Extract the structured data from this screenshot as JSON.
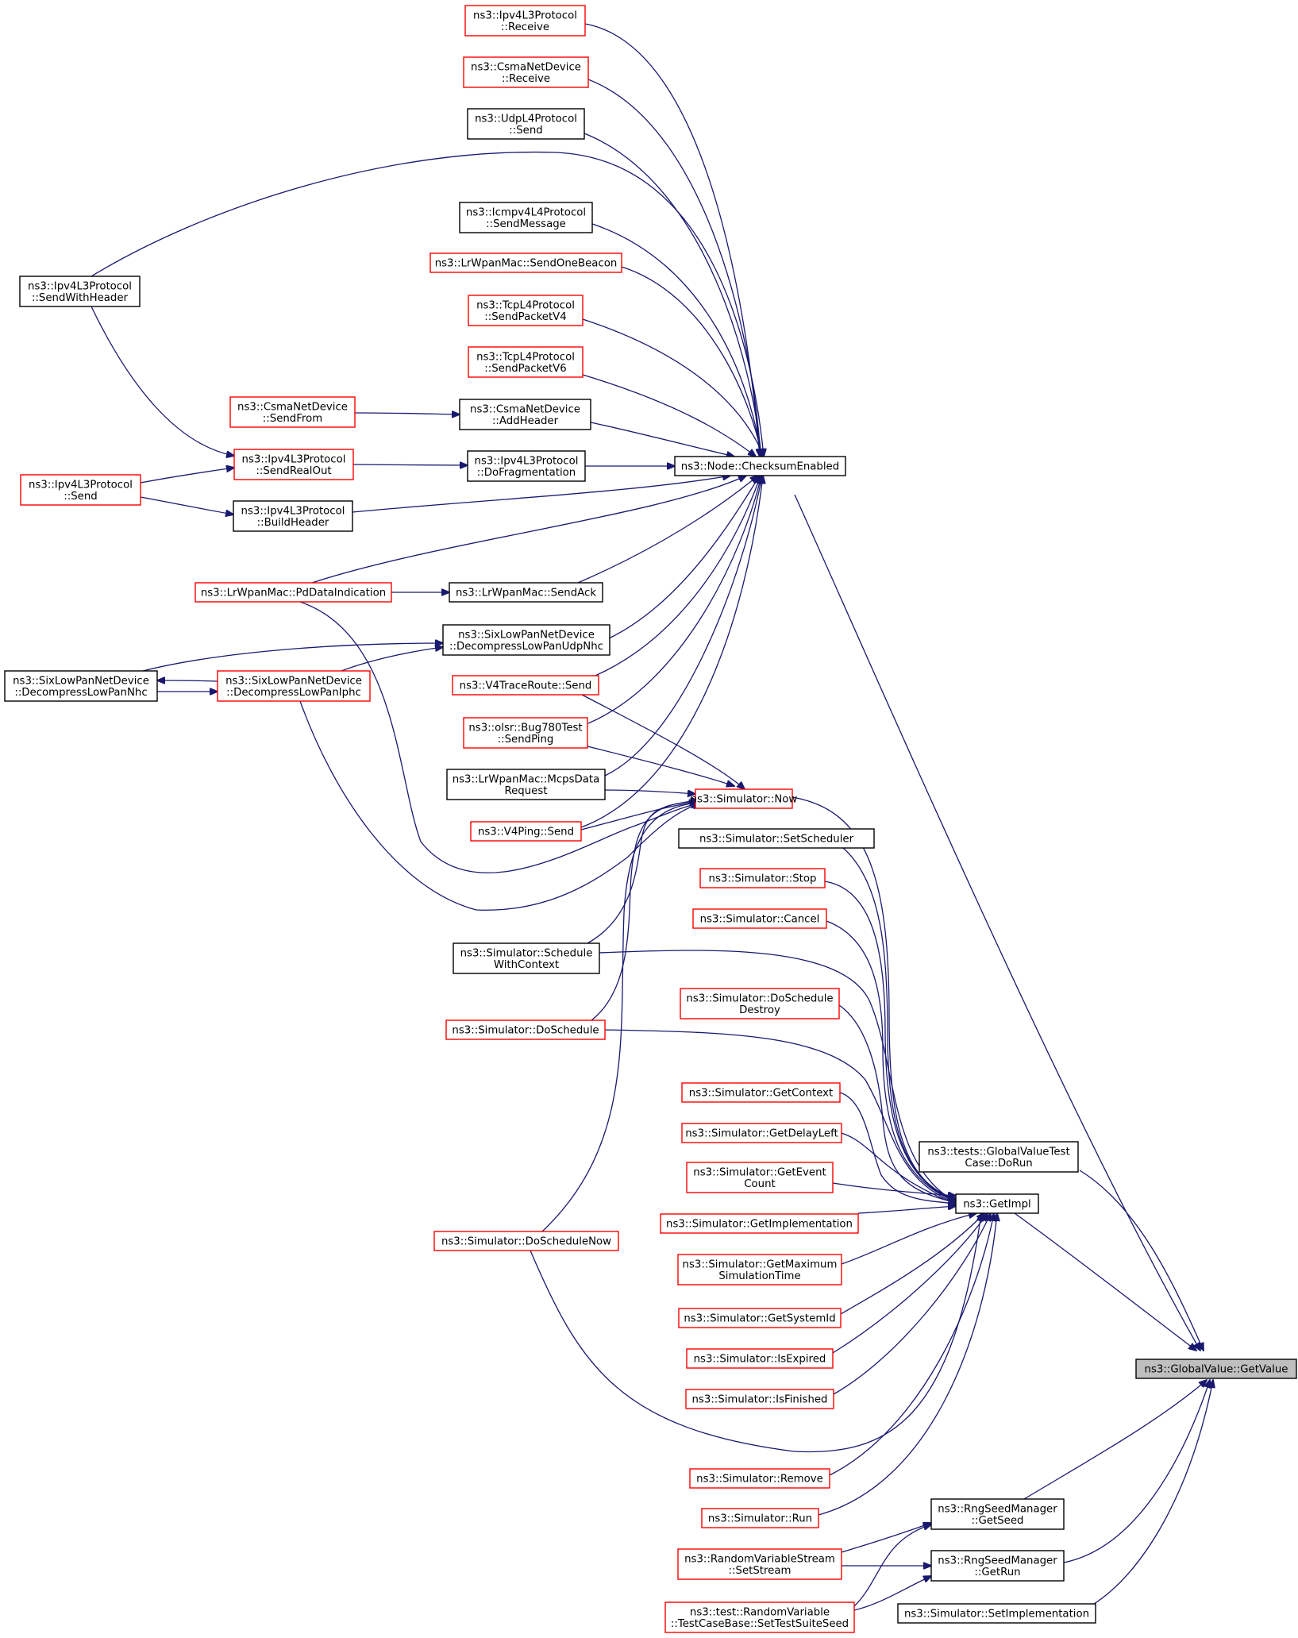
{
  "diagram": {
    "type": "doxygen-caller-graph",
    "colors": {
      "edge": "#191970",
      "node_border_normal": "#000000",
      "node_border_truncated": "#ff0000",
      "root_fill": "#bfbfbf"
    },
    "nodes": [
      {
        "id": "root",
        "lines": [
          "ns3::GlobalValue::GetValue"
        ],
        "style": "root"
      },
      {
        "id": "cse",
        "lines": [
          "ns3::Node::ChecksumEnabled"
        ],
        "style": "black"
      },
      {
        "id": "getimpl",
        "lines": [
          "ns3::GetImpl"
        ],
        "style": "black"
      },
      {
        "id": "gvtest",
        "lines": [
          "ns3::tests::GlobalValueTest",
          "Case::DoRun"
        ],
        "style": "black"
      },
      {
        "id": "rngseed",
        "lines": [
          "ns3::RngSeedManager",
          "::GetSeed"
        ],
        "style": "black"
      },
      {
        "id": "rngrun",
        "lines": [
          "ns3::RngSeedManager",
          "::GetRun"
        ],
        "style": "black"
      },
      {
        "id": "setimpl",
        "lines": [
          "ns3::Simulator::SetImplementation"
        ],
        "style": "black"
      },
      {
        "id": "now",
        "lines": [
          "ns3::Simulator::Now"
        ],
        "style": "red"
      },
      {
        "id": "setsched",
        "lines": [
          "ns3::Simulator::SetScheduler"
        ],
        "style": "black"
      },
      {
        "id": "stop",
        "lines": [
          "ns3::Simulator::Stop"
        ],
        "style": "red"
      },
      {
        "id": "cancel",
        "lines": [
          "ns3::Simulator::Cancel"
        ],
        "style": "red"
      },
      {
        "id": "dsd",
        "lines": [
          "ns3::Simulator::DoSchedule",
          "Destroy"
        ],
        "style": "red"
      },
      {
        "id": "getctx",
        "lines": [
          "ns3::Simulator::GetContext"
        ],
        "style": "red"
      },
      {
        "id": "getdelay",
        "lines": [
          "ns3::Simulator::GetDelayLeft"
        ],
        "style": "red"
      },
      {
        "id": "getevent",
        "lines": [
          "ns3::Simulator::GetEvent",
          "Count"
        ],
        "style": "red"
      },
      {
        "id": "getimplm",
        "lines": [
          "ns3::Simulator::GetImplementation"
        ],
        "style": "red"
      },
      {
        "id": "getmax",
        "lines": [
          "ns3::Simulator::GetMaximum",
          "SimulationTime"
        ],
        "style": "red"
      },
      {
        "id": "getsys",
        "lines": [
          "ns3::Simulator::GetSystemId"
        ],
        "style": "red"
      },
      {
        "id": "isexp",
        "lines": [
          "ns3::Simulator::IsExpired"
        ],
        "style": "red"
      },
      {
        "id": "isfin",
        "lines": [
          "ns3::Simulator::IsFinished"
        ],
        "style": "red"
      },
      {
        "id": "remove",
        "lines": [
          "ns3::Simulator::Remove"
        ],
        "style": "red"
      },
      {
        "id": "run",
        "lines": [
          "ns3::Simulator::Run"
        ],
        "style": "red"
      },
      {
        "id": "rvs",
        "lines": [
          "ns3::RandomVariableStream",
          "::SetStream"
        ],
        "style": "red"
      },
      {
        "id": "rvtest",
        "lines": [
          "ns3::test::RandomVariable",
          "::TestCaseBase::SetTestSuiteSeed"
        ],
        "style": "red"
      },
      {
        "id": "swc",
        "lines": [
          "ns3::Simulator::Schedule",
          "WithContext"
        ],
        "style": "black"
      },
      {
        "id": "dosched",
        "lines": [
          "ns3::Simulator::DoSchedule"
        ],
        "style": "red"
      },
      {
        "id": "dsnow",
        "lines": [
          "ns3::Simulator::DoScheduleNow"
        ],
        "style": "red"
      },
      {
        "id": "ipv4recv",
        "lines": [
          "ns3::Ipv4L3Protocol",
          "::Receive"
        ],
        "style": "red"
      },
      {
        "id": "csmarecv",
        "lines": [
          "ns3::CsmaNetDevice",
          "::Receive"
        ],
        "style": "red"
      },
      {
        "id": "udpsend",
        "lines": [
          "ns3::UdpL4Protocol",
          "::Send"
        ],
        "style": "black"
      },
      {
        "id": "icmpsend",
        "lines": [
          "ns3::Icmpv4L4Protocol",
          "::SendMessage"
        ],
        "style": "black"
      },
      {
        "id": "beacon",
        "lines": [
          "ns3::LrWpanMac::SendOneBeacon"
        ],
        "style": "red"
      },
      {
        "id": "tcpv4",
        "lines": [
          "ns3::TcpL4Protocol",
          "::SendPacketV4"
        ],
        "style": "red"
      },
      {
        "id": "tcpv6",
        "lines": [
          "ns3::TcpL4Protocol",
          "::SendPacketV6"
        ],
        "style": "red"
      },
      {
        "id": "csmaaddh",
        "lines": [
          "ns3::CsmaNetDevice",
          "::AddHeader"
        ],
        "style": "black"
      },
      {
        "id": "ipv4frag",
        "lines": [
          "ns3::Ipv4L3Protocol",
          "::DoFragmentation"
        ],
        "style": "black"
      },
      {
        "id": "ipv4bh",
        "lines": [
          "ns3::Ipv4L3Protocol",
          "::BuildHeader"
        ],
        "style": "black"
      },
      {
        "id": "sendack",
        "lines": [
          "ns3::LrWpanMac::SendAck"
        ],
        "style": "black"
      },
      {
        "id": "udpnhc",
        "lines": [
          "ns3::SixLowPanNetDevice",
          "::DecompressLowPanUdpNhc"
        ],
        "style": "black"
      },
      {
        "id": "v4tr",
        "lines": [
          "ns3::V4TraceRoute::Send"
        ],
        "style": "red"
      },
      {
        "id": "olsr",
        "lines": [
          "ns3::olsr::Bug780Test",
          "::SendPing"
        ],
        "style": "red"
      },
      {
        "id": "mcps",
        "lines": [
          "ns3::LrWpanMac::McpsData",
          "Request"
        ],
        "style": "black"
      },
      {
        "id": "v4ping",
        "lines": [
          "ns3::V4Ping::Send"
        ],
        "style": "red"
      },
      {
        "id": "ipv4swh",
        "lines": [
          "ns3::Ipv4L3Protocol",
          "::SendWithHeader"
        ],
        "style": "black"
      },
      {
        "id": "csmasf",
        "lines": [
          "ns3::CsmaNetDevice",
          "::SendFrom"
        ],
        "style": "red"
      },
      {
        "id": "ipv4sro",
        "lines": [
          "ns3::Ipv4L3Protocol",
          "::SendRealOut"
        ],
        "style": "red"
      },
      {
        "id": "ipv4send",
        "lines": [
          "ns3::Ipv4L3Protocol",
          "::Send"
        ],
        "style": "red"
      },
      {
        "id": "pddata",
        "lines": [
          "ns3::LrWpanMac::PdDataIndication"
        ],
        "style": "red"
      },
      {
        "id": "lpnhc",
        "lines": [
          "ns3::SixLowPanNetDevice",
          "::DecompressLowPanNhc"
        ],
        "style": "black"
      },
      {
        "id": "lpiphc",
        "lines": [
          "ns3::SixLowPanNetDevice",
          "::DecompressLowPanIphc"
        ],
        "style": "red"
      }
    ],
    "edges": [
      [
        "cse",
        "root"
      ],
      [
        "getimpl",
        "root"
      ],
      [
        "gvtest",
        "root"
      ],
      [
        "rngseed",
        "root"
      ],
      [
        "rngrun",
        "root"
      ],
      [
        "setimpl",
        "root"
      ],
      [
        "now",
        "getimpl"
      ],
      [
        "setsched",
        "getimpl"
      ],
      [
        "stop",
        "getimpl"
      ],
      [
        "cancel",
        "getimpl"
      ],
      [
        "dsd",
        "getimpl"
      ],
      [
        "getctx",
        "getimpl"
      ],
      [
        "getdelay",
        "getimpl"
      ],
      [
        "getevent",
        "getimpl"
      ],
      [
        "getimplm",
        "getimpl"
      ],
      [
        "getmax",
        "getimpl"
      ],
      [
        "getsys",
        "getimpl"
      ],
      [
        "isexp",
        "getimpl"
      ],
      [
        "isfin",
        "getimpl"
      ],
      [
        "remove",
        "getimpl"
      ],
      [
        "run",
        "getimpl"
      ],
      [
        "swc",
        "getimpl"
      ],
      [
        "dosched",
        "getimpl"
      ],
      [
        "dsnow",
        "getimpl"
      ],
      [
        "rvs",
        "rngseed"
      ],
      [
        "rvtest",
        "rngseed"
      ],
      [
        "rvs",
        "rngrun"
      ],
      [
        "rvtest",
        "rngrun"
      ],
      [
        "ipv4recv",
        "cse"
      ],
      [
        "csmarecv",
        "cse"
      ],
      [
        "udpsend",
        "cse"
      ],
      [
        "icmpsend",
        "cse"
      ],
      [
        "beacon",
        "cse"
      ],
      [
        "tcpv4",
        "cse"
      ],
      [
        "tcpv6",
        "cse"
      ],
      [
        "csmaaddh",
        "cse"
      ],
      [
        "ipv4frag",
        "cse"
      ],
      [
        "ipv4bh",
        "cse"
      ],
      [
        "sendack",
        "cse"
      ],
      [
        "udpnhc",
        "cse"
      ],
      [
        "v4tr",
        "cse"
      ],
      [
        "olsr",
        "cse"
      ],
      [
        "mcps",
        "cse"
      ],
      [
        "v4ping",
        "cse"
      ],
      [
        "ipv4swh",
        "cse"
      ],
      [
        "pddata",
        "cse"
      ],
      [
        "v4tr",
        "now"
      ],
      [
        "olsr",
        "now"
      ],
      [
        "mcps",
        "now"
      ],
      [
        "v4ping",
        "now"
      ],
      [
        "swc",
        "now"
      ],
      [
        "dosched",
        "now"
      ],
      [
        "dsnow",
        "now"
      ],
      [
        "pddata",
        "now"
      ],
      [
        "lpiphc",
        "now"
      ],
      [
        "csmasf",
        "csmaaddh"
      ],
      [
        "ipv4sro",
        "ipv4frag"
      ],
      [
        "ipv4swh",
        "ipv4sro"
      ],
      [
        "ipv4send",
        "ipv4sro"
      ],
      [
        "ipv4send",
        "ipv4bh"
      ],
      [
        "pddata",
        "sendack"
      ],
      [
        "lpnhc",
        "udpnhc"
      ],
      [
        "lpiphc",
        "udpnhc"
      ],
      [
        "lpnhc",
        "lpiphc"
      ],
      [
        "lpiphc",
        "lpnhc"
      ]
    ]
  }
}
